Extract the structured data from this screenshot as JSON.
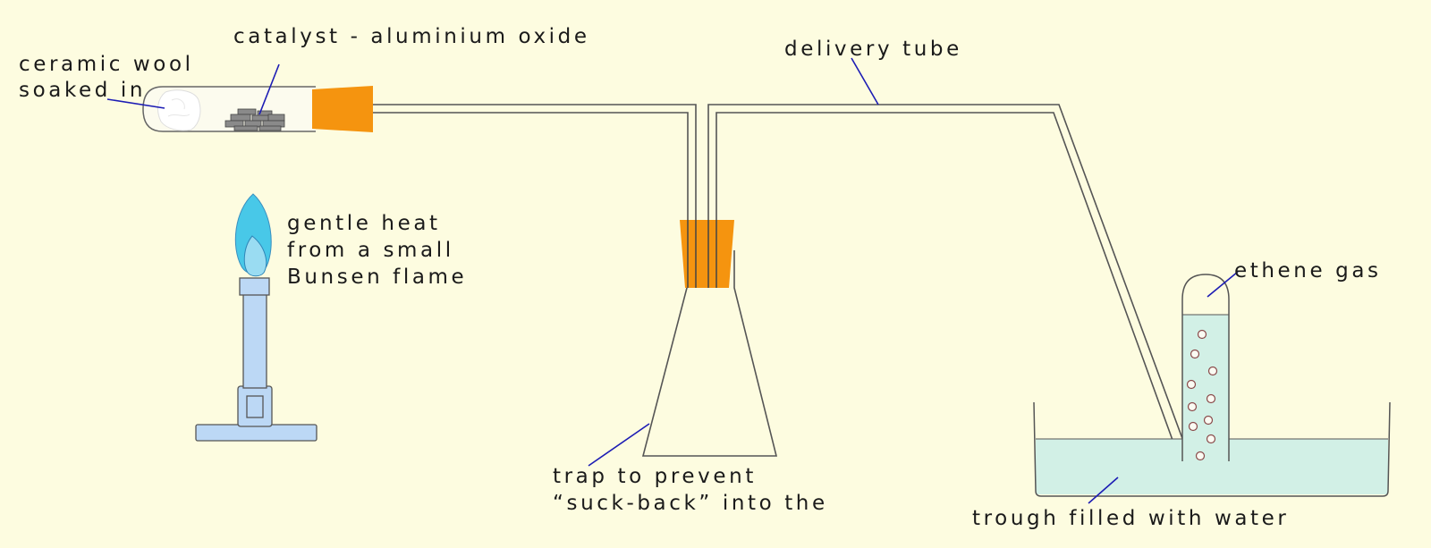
{
  "labels": {
    "ceramic_wool_line1": "ceramic wool",
    "ceramic_wool_line2": "soaked in",
    "catalyst": "catalyst - aluminium oxide",
    "delivery_tube": "delivery tube",
    "gentle_heat_line1": "gentle heat",
    "gentle_heat_line2": "from a small",
    "gentle_heat_line3": "Bunsen flame",
    "ethene_gas": "ethene gas",
    "trap_line1": "trap to prevent",
    "trap_line2": "“suck-back” into the",
    "trough": "trough filled with water"
  },
  "colors": {
    "background": "#fdfce0",
    "stopper": "#f5940f",
    "water": "#d2f0e6",
    "burner": "#bcd8f5",
    "flame": "#48c8e8",
    "pointer_line": "#1c1cb4",
    "glass_outline": "#555555"
  }
}
